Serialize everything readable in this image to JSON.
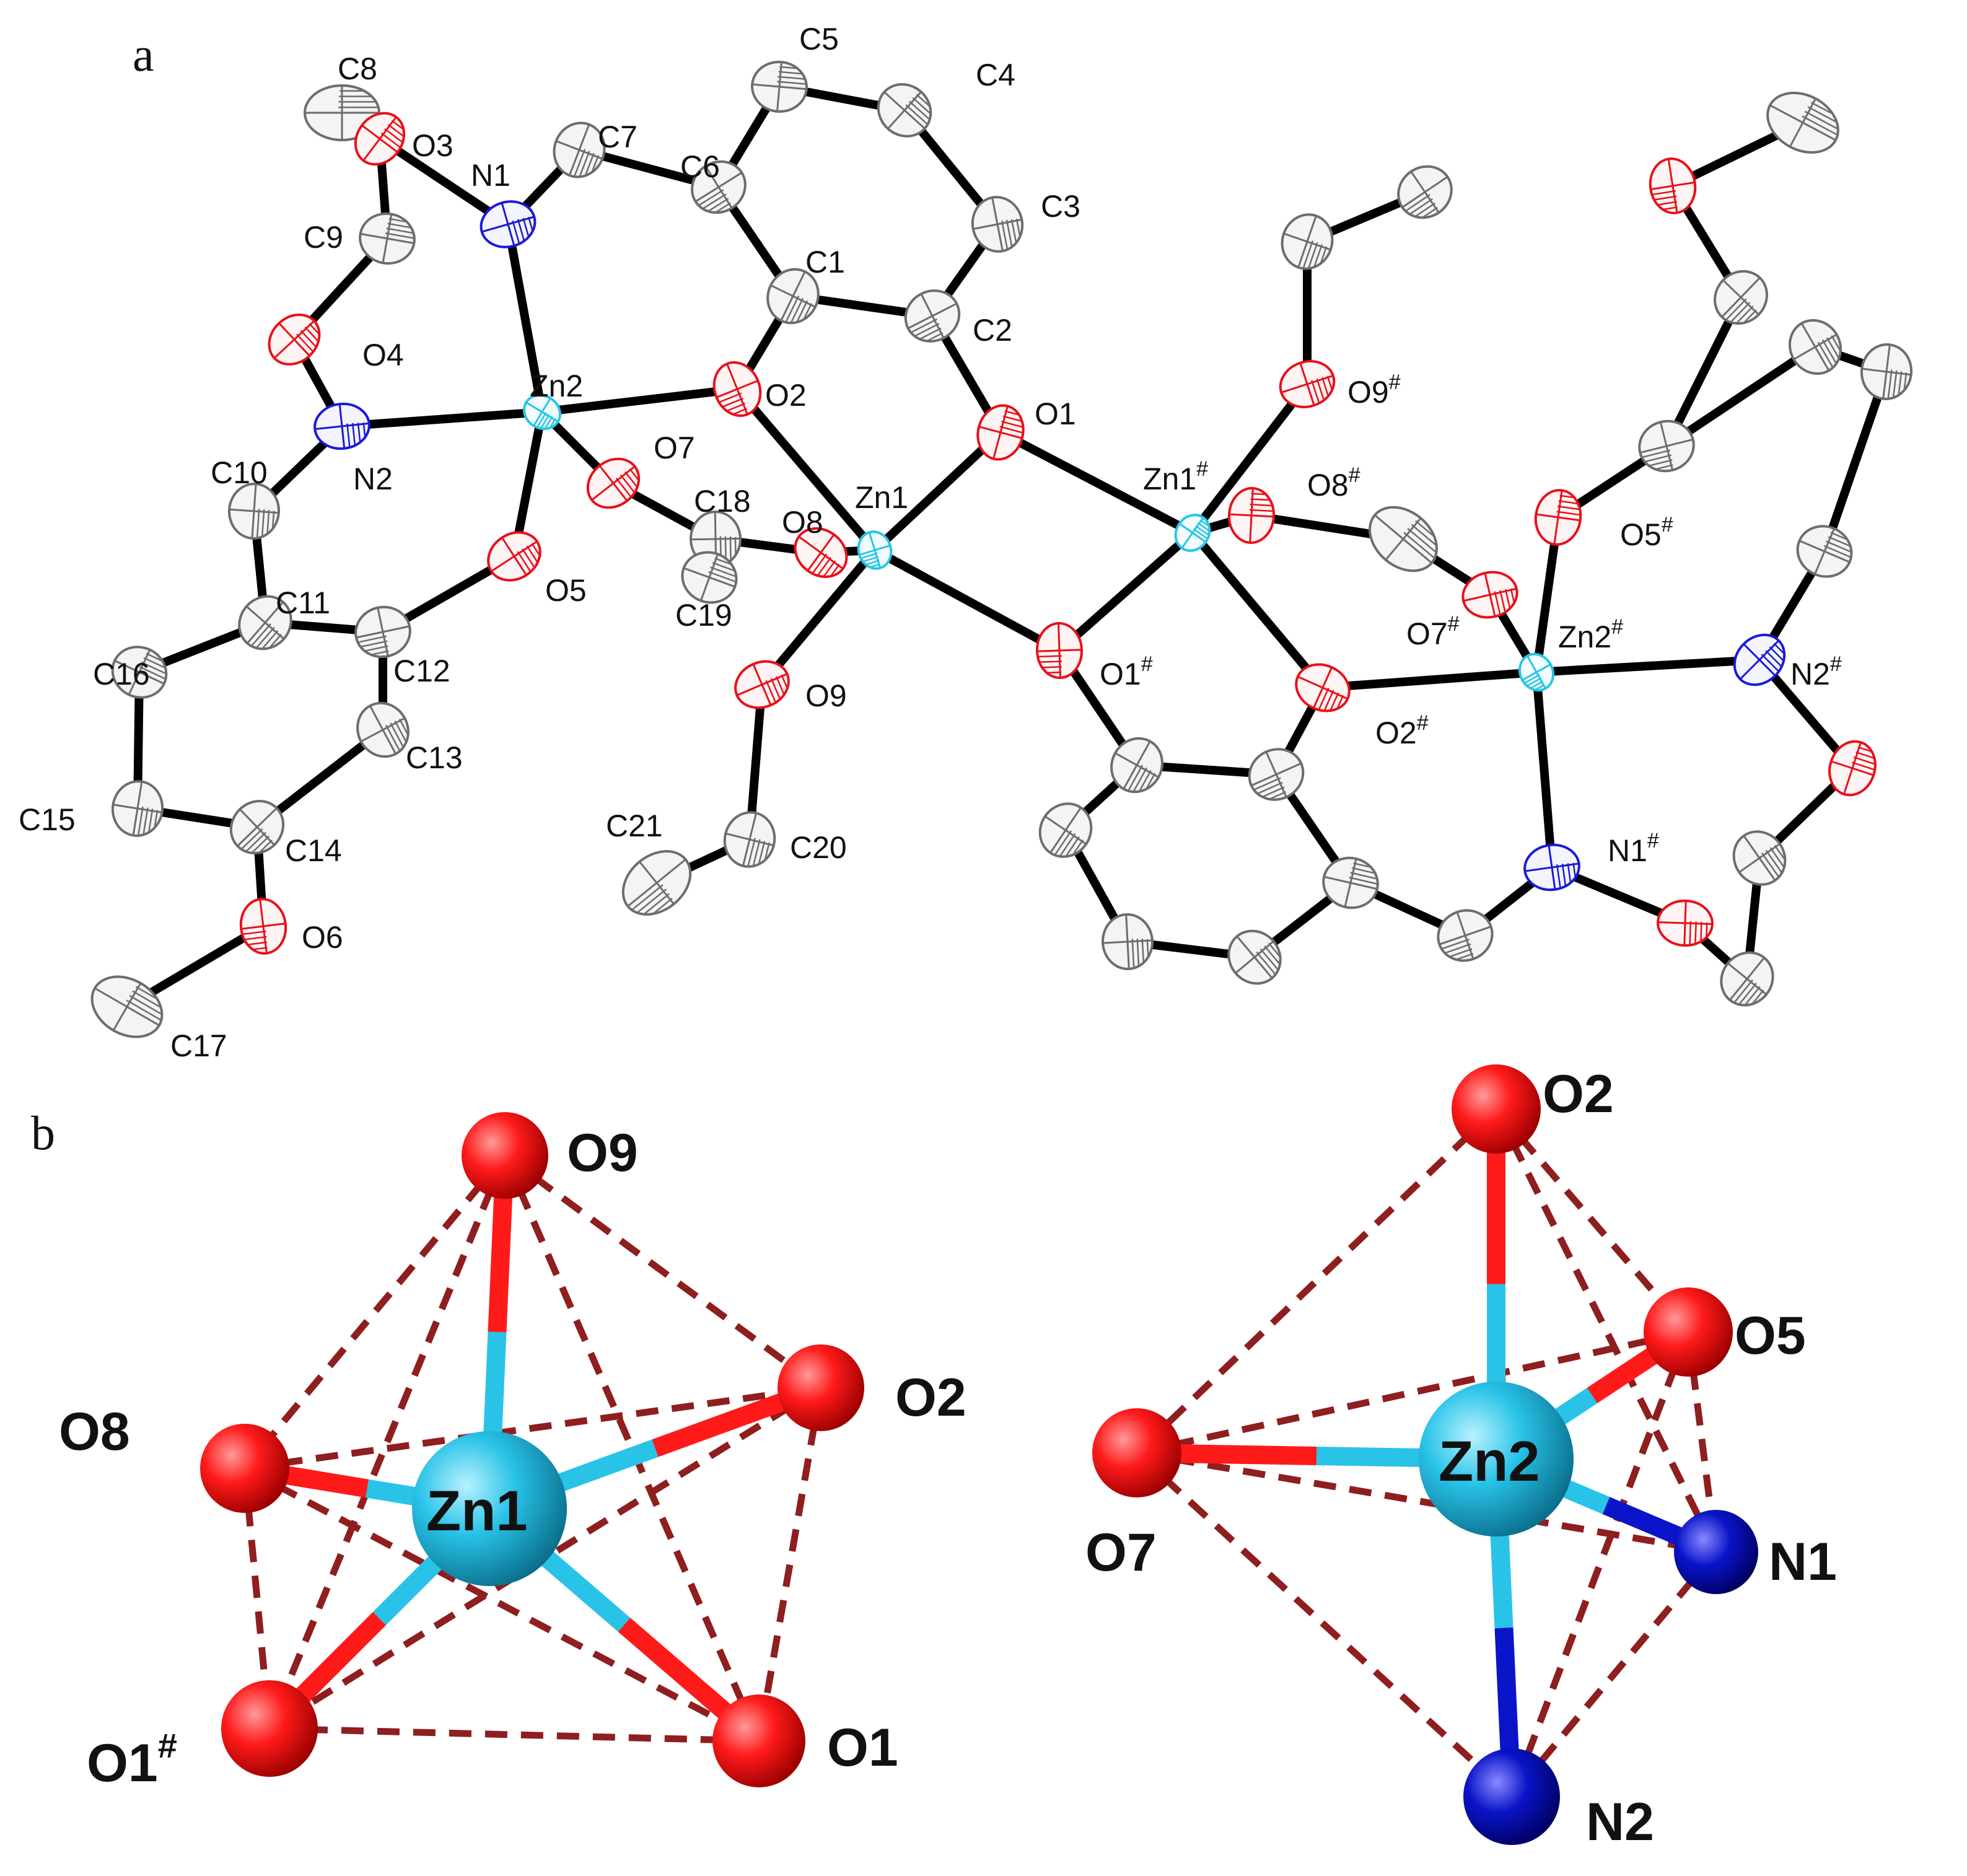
{
  "panels": {
    "a": "a",
    "b": "b"
  },
  "colors": {
    "bond": "#000000",
    "carbon": "#c4c4c4",
    "oxygen": "#e8101a",
    "nitrogen": "#1a1ad8",
    "zinc": "#27c6e6",
    "dash": "#8f1e1e",
    "ball_oxygen": "#ff1a1a",
    "ball_nitrogen": "#0a14c8",
    "ball_zinc": "#29c3e8"
  },
  "panel_a": {
    "labels": {
      "C1": "C1",
      "C2": "C2",
      "C3": "C3",
      "C4": "C4",
      "C5": "C5",
      "C6": "C6",
      "C7": "C7",
      "C8": "C8",
      "C9": "C9",
      "C10": "C10",
      "C11": "C11",
      "C12": "C12",
      "C13": "C13",
      "C14": "C14",
      "C15": "C15",
      "C16": "C16",
      "C17": "C17",
      "C18": "C18",
      "C19": "C19",
      "C20": "C20",
      "C21": "C21",
      "O1": "O1",
      "O2": "O2",
      "O3": "O3",
      "O4": "O4",
      "O5": "O5",
      "O6": "O6",
      "O7": "O7",
      "O8": "O8",
      "O9": "O9",
      "N1": "N1",
      "N2": "N2",
      "Zn1": "Zn1",
      "Zn2": "Zn2",
      "Zn1s": "Zn1",
      "O9s": "O9",
      "O8s": "O8",
      "O1s": "O1",
      "O2s": "O2",
      "O5s": "O5",
      "O7s": "O7",
      "Zn2s": "Zn2",
      "N2s": "N2",
      "N1s": "N1"
    },
    "symmetry_mark": "#"
  },
  "panel_b": {
    "labels": {
      "O9": "O9",
      "O8": "O8",
      "O2": "O2",
      "O1": "O1",
      "O1s": "O1",
      "Zn1": "Zn1",
      "O2b": "O2",
      "O5": "O5",
      "O7": "O7",
      "N1": "N1",
      "N2": "N2",
      "Zn2": "Zn2"
    },
    "symmetry_mark": "#"
  }
}
